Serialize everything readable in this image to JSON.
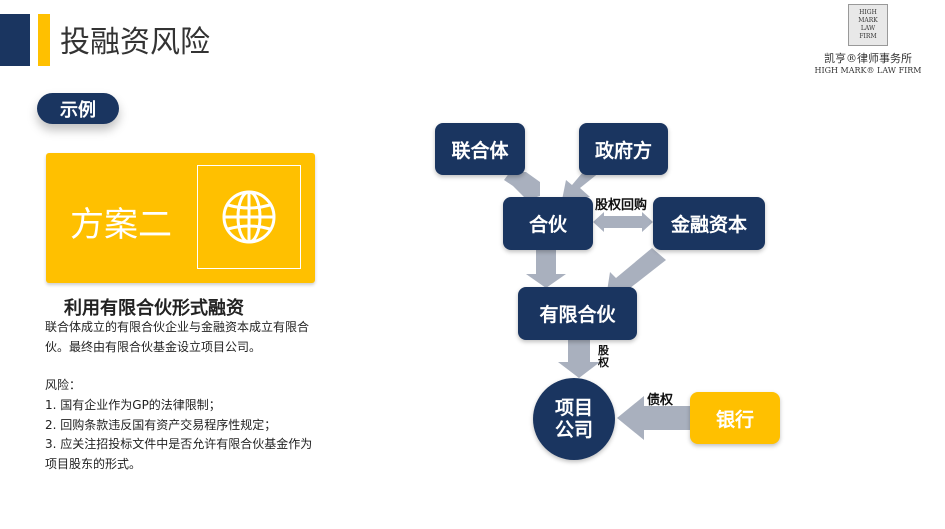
{
  "header": {
    "title": "投融资风险"
  },
  "logo": {
    "mark_lines": [
      "HIGH",
      "MARK",
      "LAW",
      "FIRM"
    ],
    "cn_name": "凯亨®律师事务所",
    "en_name": "HIGH MARK® LAW FIRM"
  },
  "tag": {
    "label": "示例"
  },
  "plan_card": {
    "label": "方案二",
    "icon": "globe-icon"
  },
  "section": {
    "heading": "利用有限合伙形式融资",
    "description": "联合体成立的有限合伙企业与金融资本成立有限合伙。最终由有限合伙基金设立项目公司。",
    "risk_title": "风险：",
    "risks": [
      "1. 国有企业作为GP的法律限制；",
      "2. 回购条款违反国有资产交易程序性规定；",
      "3. 应关注招投标文件中是否允许有限合伙基金作为项目股东的形式。"
    ]
  },
  "diagram": {
    "nodes": {
      "consortium": "联合体",
      "government": "政府方",
      "partnership": "合伙",
      "financial_capital": "金融资本",
      "limited_partnership": "有限合伙",
      "project_company": "项目公司",
      "bank": "银行"
    },
    "edges": {
      "equity_buyback": "股权回购",
      "equity": "股权",
      "creditor_rights": "债权"
    }
  },
  "colors": {
    "navy": "#1a3560",
    "gold": "#ffc000",
    "arrow_gray": "#a9b0be"
  }
}
